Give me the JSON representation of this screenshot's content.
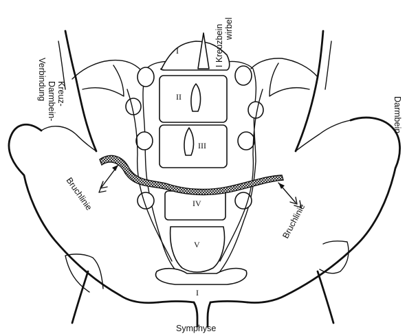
{
  "labels": {
    "kreuzbein_wirbel_line1": "I Kreuzbein",
    "kreuzbein_wirbel_line2": "wirbel",
    "kreuz_darmbein_line1": "Kreuz-",
    "kreuz_darmbein_line2": "Darmbein-",
    "kreuz_darmbein_line3": "Verbindung",
    "darmbein": "Darmbein",
    "bruchlinie_left": "Bruchlinie",
    "bruchlinie_right": "Bruchlinie",
    "symphyse": "Symphyse"
  },
  "vertebrae": {
    "v1": "I",
    "v2": "II",
    "v3": "III",
    "v4": "IV",
    "v5": "V",
    "coccyx": "I"
  },
  "colors": {
    "ink": "#111111",
    "paper": "#ffffff"
  }
}
